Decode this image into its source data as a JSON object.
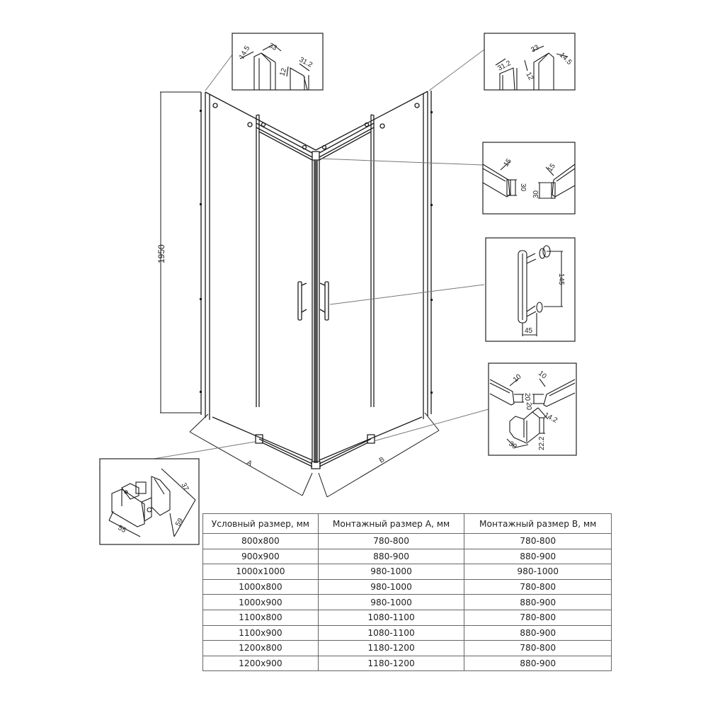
{
  "diagram": {
    "subject": "Corner shower enclosure with sliding doors — technical drawing",
    "height_label": "1950",
    "side_a_label": "A",
    "side_b_label": "B",
    "callouts": {
      "top_left_profile": {
        "dims": [
          "14.5",
          "33",
          "12",
          "31.2"
        ]
      },
      "top_right_profile": {
        "dims": [
          "31.2",
          "33",
          "14.5",
          "12"
        ]
      },
      "corner_rail_joint": {
        "dims": [
          "15",
          "30",
          "15",
          "30"
        ]
      },
      "door_handle": {
        "dims": [
          "145",
          "45"
        ]
      },
      "bottom_corner_joint": {
        "dims": [
          "10",
          "20",
          "10",
          "20",
          "14.2",
          "30",
          "22.2"
        ]
      },
      "roller_bracket": {
        "dims": [
          "37",
          "55",
          "59"
        ]
      }
    }
  },
  "table": {
    "headers": [
      "Условный размер, мм",
      "Монтажный размер A, мм",
      "Монтажный размер B, мм"
    ],
    "rows": [
      [
        "800x800",
        "780-800",
        "780-800"
      ],
      [
        "900x900",
        "880-900",
        "880-900"
      ],
      [
        "1000x1000",
        "980-1000",
        "980-1000"
      ],
      [
        "1000x800",
        "980-1000",
        "780-800"
      ],
      [
        "1000x900",
        "980-1000",
        "880-900"
      ],
      [
        "1100x800",
        "1080-1100",
        "780-800"
      ],
      [
        "1100x900",
        "1080-1100",
        "880-900"
      ],
      [
        "1200x800",
        "1180-1200",
        "780-800"
      ],
      [
        "1200x900",
        "1180-1200",
        "880-900"
      ]
    ]
  }
}
